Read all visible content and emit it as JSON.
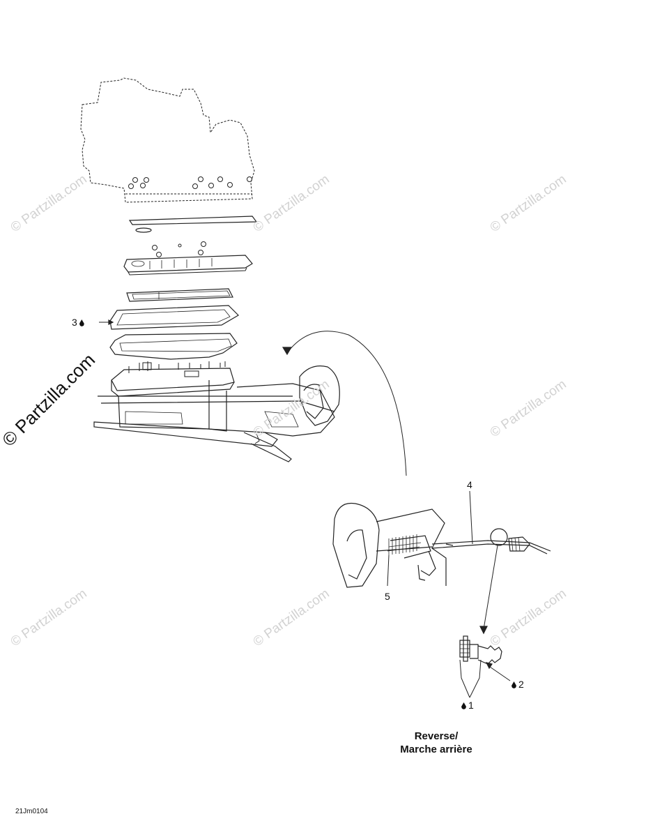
{
  "callouts": {
    "c1": "1",
    "c2": "2",
    "c3": "3",
    "c4": "4",
    "c5": "5"
  },
  "caption": {
    "line1": "Reverse/",
    "line2": "Marche arrière"
  },
  "figure_code": "21Jm0104",
  "watermark": {
    "text": "© Partzilla.com"
  },
  "icons": [
    "lubricant-drop-icon",
    "watermark-logo"
  ]
}
